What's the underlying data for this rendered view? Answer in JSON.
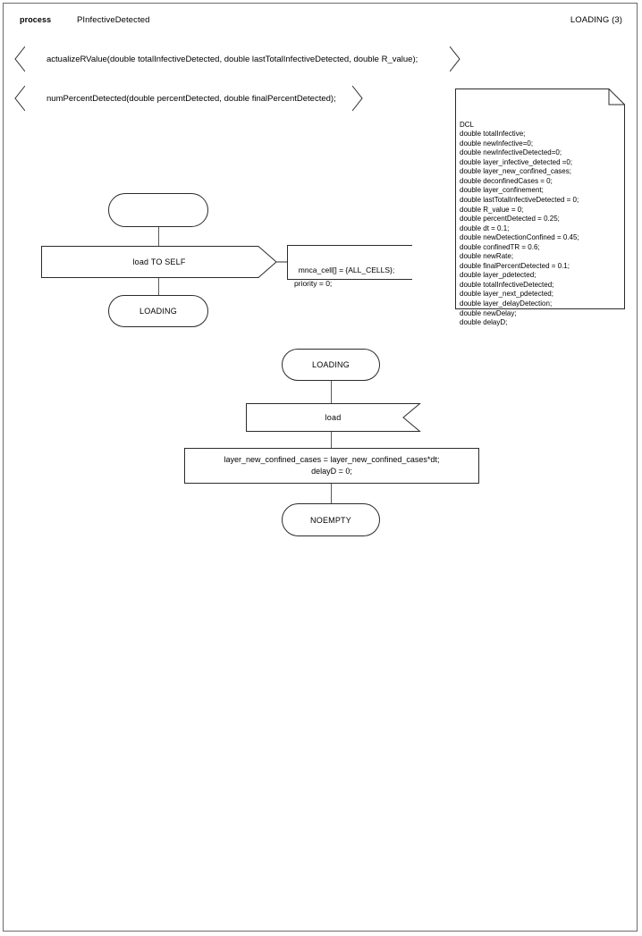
{
  "header": {
    "keyword": "process",
    "name": "PInfectiveDetected",
    "state_ref": "LOADING (3)"
  },
  "procedures": [
    {
      "signature": "actualizeRValue(double totalInfectiveDetected, double lastTotalInfectiveDetected, double R_value);"
    },
    {
      "signature": "numPercentDetected(double percentDetected, double finalPercentDetected);"
    }
  ],
  "declaration_note": {
    "title": "DCL",
    "text": "DCL\ndouble totalInfective;\ndouble newInfective=0;\ndouble newInfectiveDetected=0;\ndouble layer_infective_detected =0;\ndouble layer_new_confined_cases;\ndouble deconfinedCases = 0;\ndouble layer_confinement;\ndouble lastTotalInfectiveDetected = 0;\ndouble R_value = 0;\ndouble percentDetected = 0.25;\ndouble dt = 0.1;\ndouble newDetectionConfined = 0.45;\ndouble confinedTR = 0.6;\ndouble newRate;\ndouble finalPercentDetected = 0.1;\ndouble layer_pdetected;\ndouble totalInfectiveDetected;\ndouble layer_next_pdetected;\ndouble layer_delayDetection;\ndouble newDelay;\ndouble delayD;",
    "lines": [
      "DCL",
      "double totalInfective;",
      "double newInfective=0;",
      "double newInfectiveDetected=0;",
      "double layer_infective_detected =0;",
      "double layer_new_confined_cases;",
      "double deconfinedCases = 0;",
      "double layer_confinement;",
      "double lastTotalInfectiveDetected = 0;",
      "double R_value = 0;",
      "double percentDetected = 0.25;",
      "double dt = 0.1;",
      "double newDetectionConfined = 0.45;",
      "double confinedTR = 0.6;",
      "double newRate;",
      "double finalPercentDetected = 0.1;",
      "double layer_pdetected;",
      "double totalInfectiveDetected;",
      "double layer_next_pdetected;",
      "double layer_delayDetection;",
      "double newDelay;",
      "double delayD;"
    ]
  },
  "flow_one": {
    "start_state": "",
    "output": "load TO SELF",
    "comment": "mnca_cell[] = {ALL_CELLS};\npriority = 0;",
    "next_state": "LOADING"
  },
  "flow_two": {
    "from_state": "LOADING",
    "input": "load",
    "task": "layer_new_confined_cases = layer_new_confined_cases*dt;\ndelayD = 0;",
    "to_state": "NOEMPTY"
  },
  "colors": {
    "page_border": "#6b6b70",
    "shape_stroke": "#2b2b2b",
    "connector": "#5a5a5a",
    "background": "#ffffff"
  }
}
